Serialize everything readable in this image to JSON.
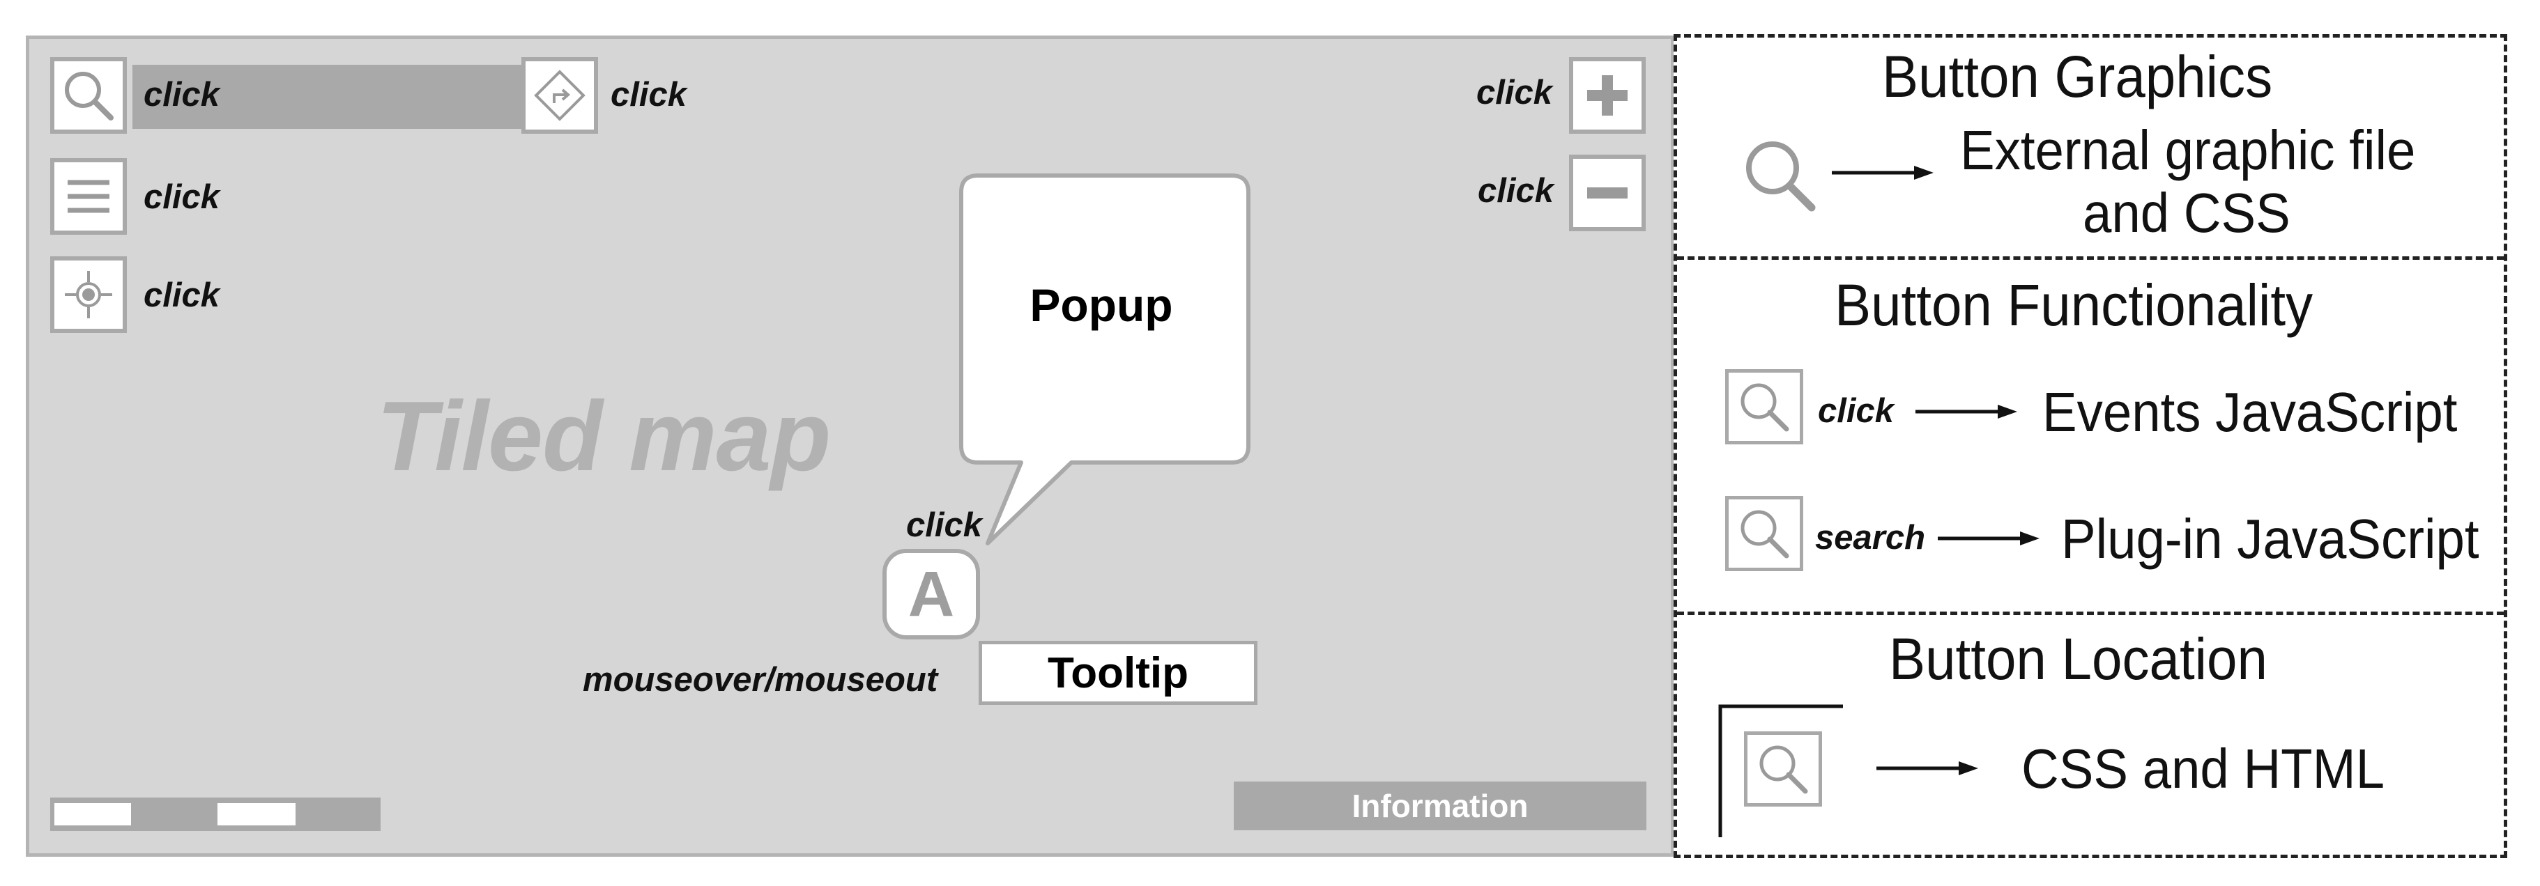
{
  "map": {
    "watermark": "Tiled map",
    "controls": {
      "search_click": "click",
      "route_click": "click",
      "menu_click": "click",
      "locate_click": "click",
      "zoom_in_click": "click",
      "zoom_out_click": "click"
    },
    "popup": {
      "text": "Popup",
      "trigger": "click"
    },
    "marker": {
      "letter": "A"
    },
    "tooltip": {
      "text": "Tooltip",
      "trigger": "mouseover/mouseout"
    },
    "info_bar": "Information"
  },
  "legend": {
    "graphics": {
      "heading": "Button Graphics",
      "desc_line1": "External graphic file",
      "desc_line2": "and CSS"
    },
    "functionality": {
      "heading": "Button Functionality",
      "click_label": "click",
      "click_desc": "Events JavaScript",
      "search_label": "search",
      "search_desc": "Plug-in JavaScript"
    },
    "location": {
      "heading": "Button Location",
      "desc": "CSS and HTML"
    }
  },
  "icons": [
    "search-icon",
    "route-icon",
    "menu-icon",
    "locate-icon",
    "zoom-in-icon",
    "zoom-out-icon",
    "arrow-icon"
  ],
  "colors": {
    "map_bg": "#d6d6d6",
    "control_border": "#a9a9a9",
    "watermark": "#b2b2b2",
    "legend_border": "#222222"
  }
}
